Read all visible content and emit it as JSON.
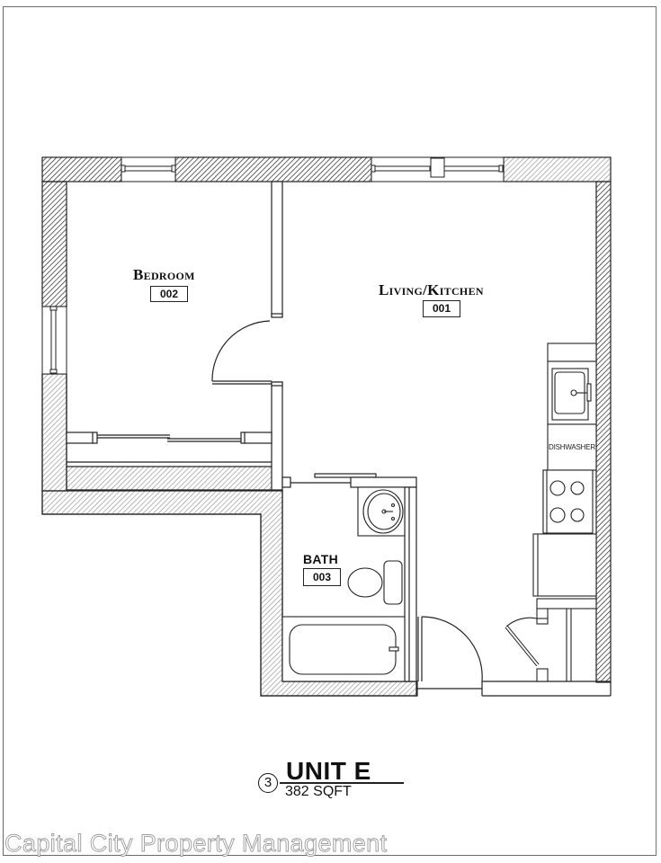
{
  "plan": {
    "unit_title": "UNIT E",
    "unit_number": "3",
    "area": "382 SQFT",
    "watermark": "Capital City Property Management",
    "rooms": [
      {
        "name": "Bedroom",
        "number": "002"
      },
      {
        "name": "Living/Kitchen",
        "number": "001"
      },
      {
        "name": "Bath",
        "number": "003"
      }
    ],
    "appliances": {
      "dishwasher": "DISHWASHER"
    },
    "colors": {
      "line": "#222222",
      "hatch": "#333333",
      "hatch_light": "#8a8a8a",
      "frame": "#6a6a6a",
      "watermark_stroke": "#9a9a9a"
    }
  }
}
